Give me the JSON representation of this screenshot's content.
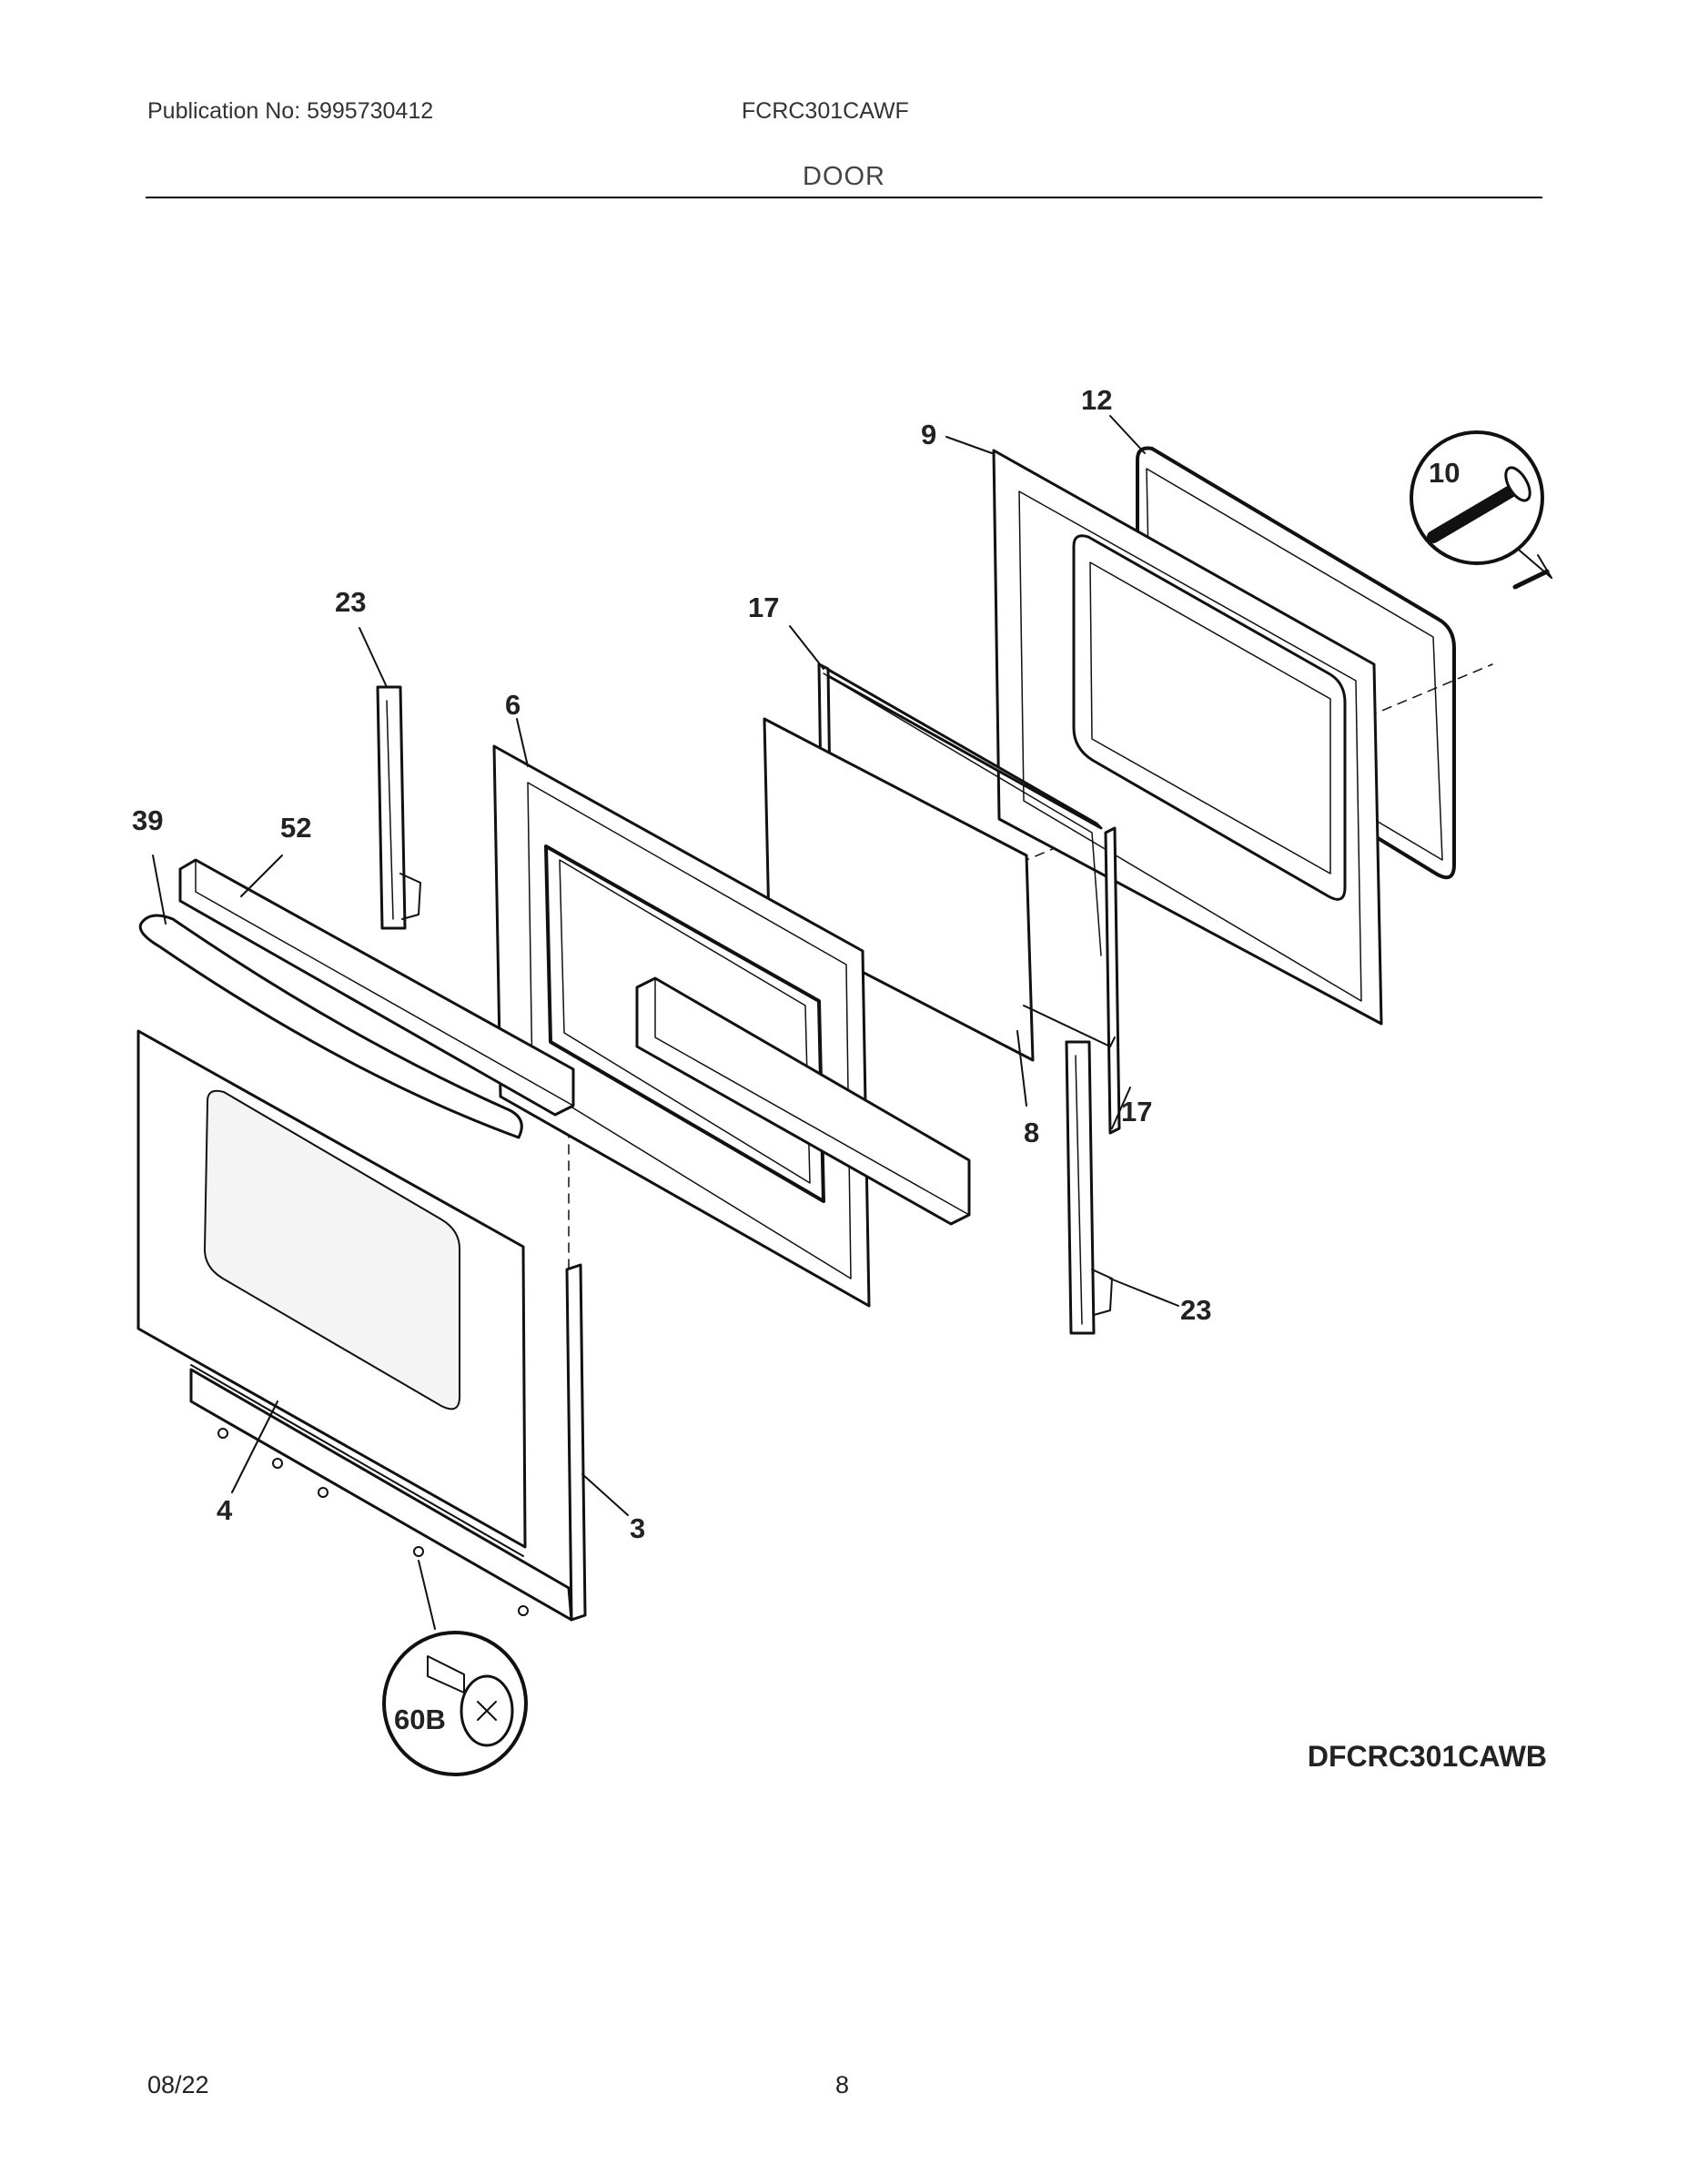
{
  "header": {
    "publication": "Publication No: 5995730412",
    "model": "FCRC301CAWF",
    "section": "DOOR"
  },
  "diagram": {
    "code": "DFCRC301CAWB",
    "callouts": [
      {
        "id": "c12",
        "label": "12"
      },
      {
        "id": "c9",
        "label": "9"
      },
      {
        "id": "c10",
        "label": "10"
      },
      {
        "id": "c23a",
        "label": "23"
      },
      {
        "id": "c17a",
        "label": "17"
      },
      {
        "id": "c6",
        "label": "6"
      },
      {
        "id": "c39",
        "label": "39"
      },
      {
        "id": "c52",
        "label": "52"
      },
      {
        "id": "c8",
        "label": "8"
      },
      {
        "id": "c17b",
        "label": "17"
      },
      {
        "id": "c23b",
        "label": "23"
      },
      {
        "id": "c4",
        "label": "4"
      },
      {
        "id": "c3",
        "label": "3"
      },
      {
        "id": "c60b",
        "label": "60B"
      }
    ]
  },
  "footer": {
    "date": "08/22",
    "page": "8"
  }
}
